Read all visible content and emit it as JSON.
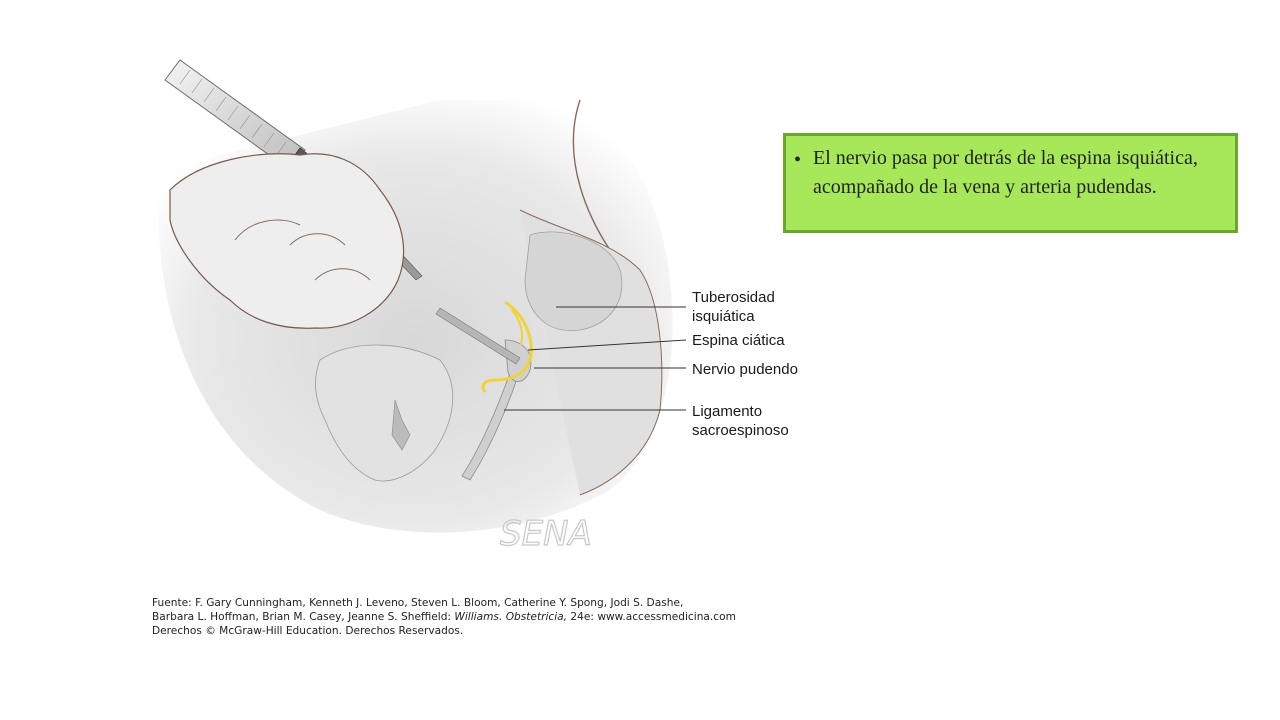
{
  "diagram": {
    "labels": {
      "tuberosidad": [
        "Tuberosidad",
        "isquiática"
      ],
      "espina": "Espina ciática",
      "nervio": "Nervio pudendo",
      "ligamento": [
        "Ligamento",
        "sacroespinoso"
      ]
    },
    "signature": "SENA",
    "colors": {
      "nerve": "#f2d23a",
      "outline": "#7a5a4a",
      "shade": "#c9c9c9"
    }
  },
  "callout": {
    "bullet": "•",
    "text": "El nervio pasa por detrás de la espina isquiática, acompañado de la vena y arteria pudendas.",
    "colors": {
      "fill": "#a6e85a",
      "border": "#6aa72e"
    }
  },
  "source": {
    "line1": "Fuente: F. Gary Cunningham, Kenneth J. Leveno, Steven L. Bloom, Catherine Y. Spong, Jodi S. Dashe,",
    "line2_pre": "Barbara L. Hoffman, Brian M. Casey, Jeanne S. Sheffield: ",
    "line2_italic": "Williams. Obstetricia,",
    "line2_post": " 24e: www.accessmedicina.com",
    "line3": "Derechos © McGraw-Hill Education. Derechos Reservados."
  }
}
